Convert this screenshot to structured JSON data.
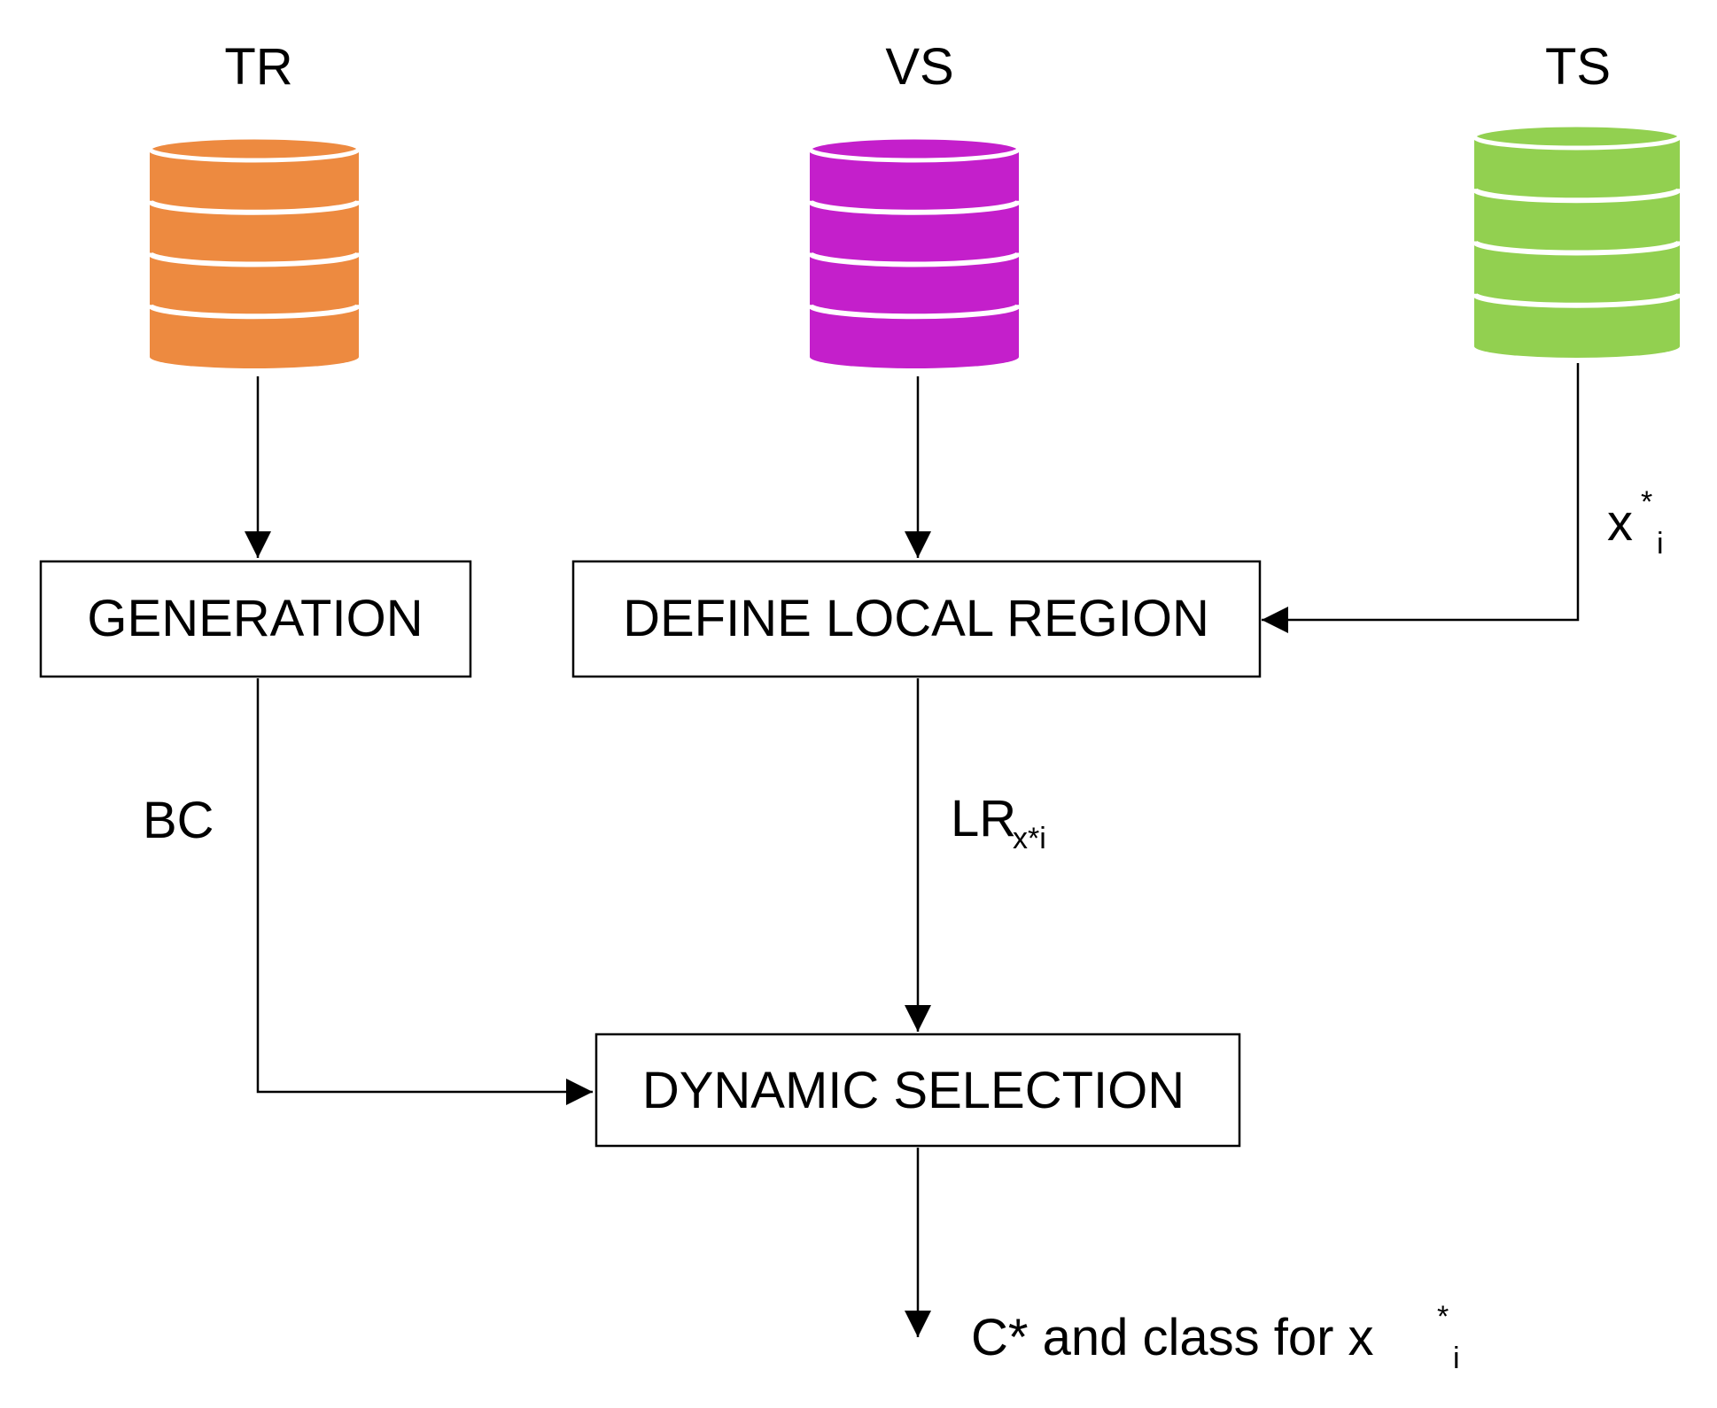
{
  "datasets": {
    "tr": {
      "label": "TR",
      "color": "#ED8A40"
    },
    "vs": {
      "label": "VS",
      "color": "#C41FCB"
    },
    "ts": {
      "label": "TS",
      "color": "#92D050"
    }
  },
  "boxes": {
    "generation": "GENERATION",
    "define_local_region": "DEFINE LOCAL REGION",
    "dynamic_selection": "DYNAMIC SELECTION"
  },
  "edge_labels": {
    "bc": "BC",
    "lr_main": "LR",
    "lr_sub": "x*i",
    "x_main": "x",
    "x_sup": "*",
    "x_sub": "i",
    "output_main": "C* and class for x",
    "output_sup": "*",
    "output_sub": "i"
  }
}
